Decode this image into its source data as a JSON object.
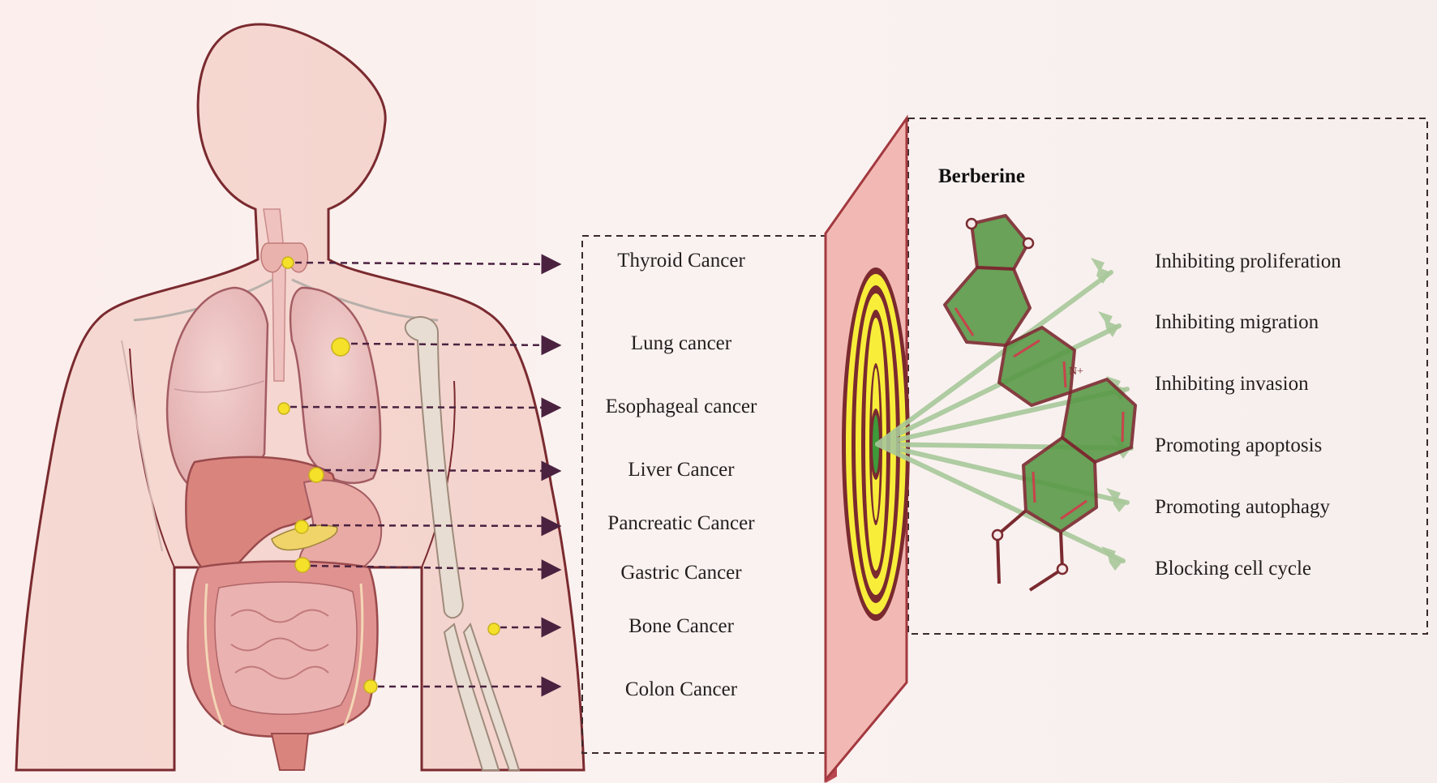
{
  "compound": {
    "name": "Berberine"
  },
  "cancers": [
    {
      "label": "Thyroid Cancer"
    },
    {
      "label": "Lung cancer"
    },
    {
      "label": "Esophageal cancer"
    },
    {
      "label": "Liver Cancer"
    },
    {
      "label": "Pancreatic Cancer"
    },
    {
      "label": "Gastric Cancer"
    },
    {
      "label": "Bone Cancer"
    },
    {
      "label": "Colon Cancer"
    }
  ],
  "effects": [
    {
      "label": "Inhibiting proliferation"
    },
    {
      "label": "Inhibiting migration"
    },
    {
      "label": "Inhibiting invasion"
    },
    {
      "label": "Promoting apoptosis"
    },
    {
      "label": "Promoting autophagy"
    },
    {
      "label": "Blocking cell cycle"
    }
  ],
  "colors": {
    "skin": "#f7dcd6",
    "outline": "#7a2a2f",
    "arrow": "#4a2240",
    "tumor": "#f5e02a",
    "board": "#f2b9b4",
    "board_edge": "#b8474f",
    "target_yellow": "#f8ee3a",
    "ring_dark": "#7a2a2f",
    "ring_green": "#3f9a3a",
    "molecule_fill": "#5a9a48",
    "molecule_line": "#7a2a2f",
    "dart": "#a8c89a"
  }
}
